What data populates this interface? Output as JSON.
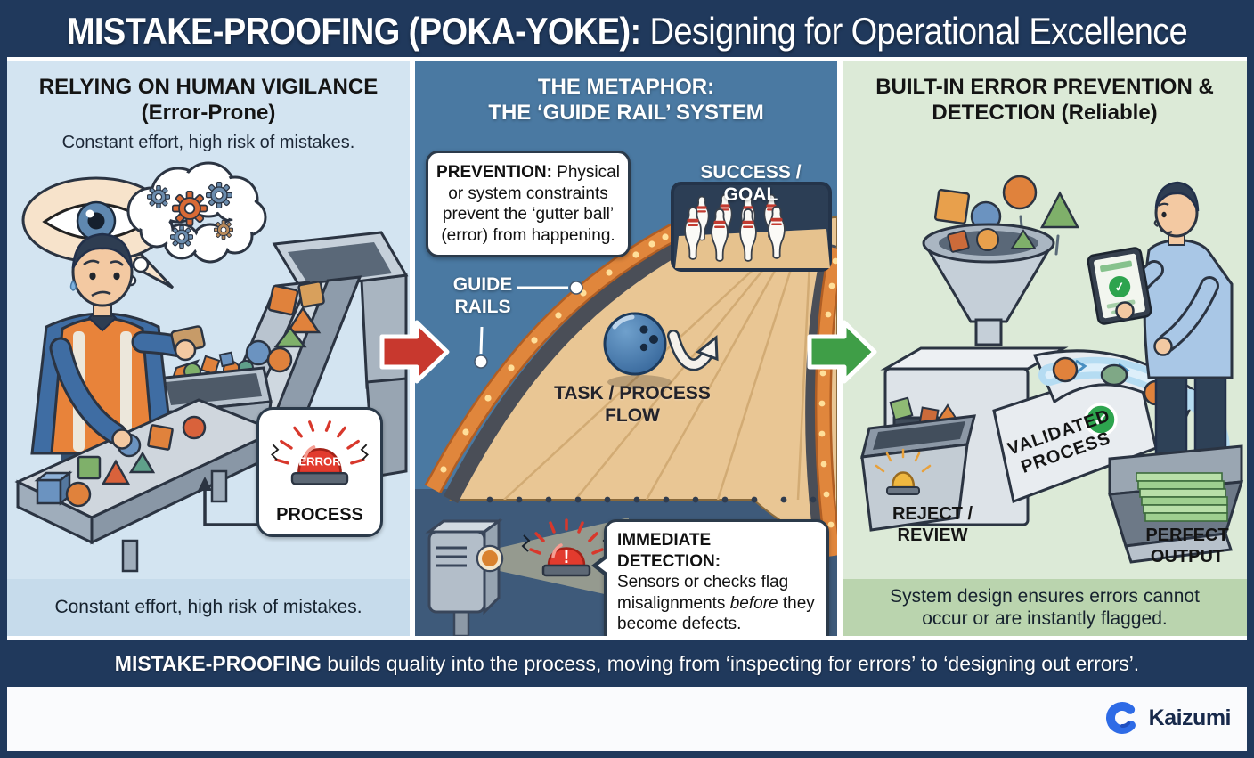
{
  "title": {
    "bold": "MISTAKE-PROOFING (POKA-YOKE):",
    "regular": " Designing for Operational Excellence"
  },
  "panel_left": {
    "heading1": "RELYING ON HUMAN VIGILANCE",
    "heading2": "(Error-Prone)",
    "subtitle": "Constant effort, high risk of mistakes.",
    "siren_label": "ERROR",
    "process_label": "PROCESS",
    "caption": "Constant effort, high risk of mistakes."
  },
  "panel_middle": {
    "heading1": "THE METAPHOR:",
    "heading2": "THE ‘GUIDE RAIL’ SYSTEM",
    "prevention_title": "PREVENTION:",
    "prevention_body": " Physical or system constraints prevent the ‘gutter ball’ (error) from happening.",
    "success_label": "SUCCESS / GOAL",
    "guide_line1": "GUIDE",
    "guide_line2": "RAILS",
    "task_line1": "TASK / PROCESS",
    "task_line2": "FLOW",
    "detection_title": "IMMEDIATE DETECTION:",
    "detection_body1": "Sensors or checks flag misalignments ",
    "detection_emphasis": "before",
    "detection_body2": " they become defects.",
    "siren_exclamation": "!"
  },
  "panel_right": {
    "heading1": "BUILT-IN ERROR PREVENTION &",
    "heading2": "DETECTION (Reliable)",
    "validated_line1": "VALIDATED",
    "validated_line2": "PROCESS",
    "reject_line1": "REJECT /",
    "reject_line2": "REVIEW",
    "output_line1": "PERFECT",
    "output_line2": "OUTPUT",
    "caption": "System design ensures errors cannot occur or are instantly flagged.",
    "check_glyph": "✓"
  },
  "banner": {
    "bold": "MISTAKE-PROOFING",
    "regular": " builds quality into the process, moving from ‘inspecting for errors’ to ‘designing out errors’."
  },
  "brand": {
    "name": "Kaizumi"
  },
  "colors": {
    "navy": "#20395c",
    "panel_left_bg": "#d3e4f1",
    "panel_middle_bg": "#4a79a2",
    "panel_right_bg": "#dcead7",
    "accent_red": "#c8382e",
    "accent_green": "#3f9e47",
    "rail_orange": "#e0863c",
    "lane_tan": "#e9c694",
    "brand_blue": "#2e6be6"
  }
}
